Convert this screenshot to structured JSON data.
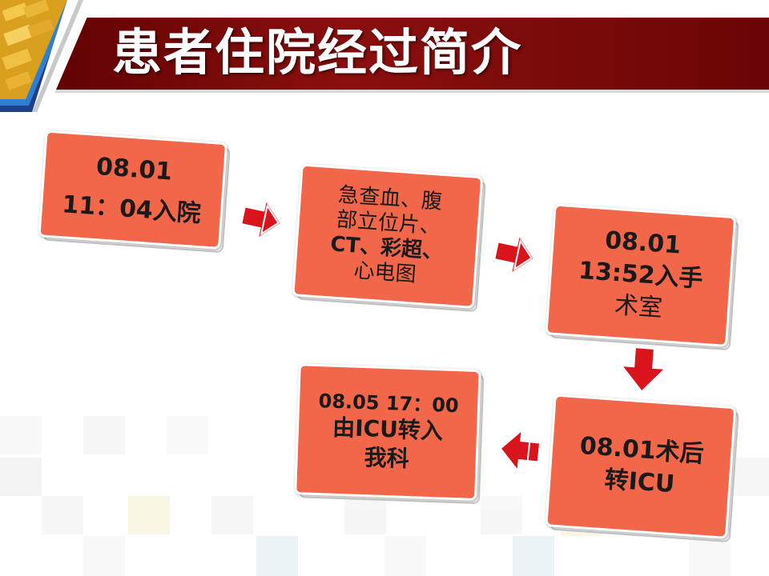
{
  "header": {
    "title": "患者住院经过简介"
  },
  "flow": {
    "step1": {
      "line1": "08.01",
      "line2": "11：04入院"
    },
    "step2": {
      "line1": "急查血、腹",
      "line2": "部立位片、",
      "line3": "CT、彩超、",
      "line4": "心电图"
    },
    "step3": {
      "line1": "08.01",
      "line2": "13:52入手",
      "line3": "术室"
    },
    "step4": {
      "line1": "08.01术后",
      "line2": "转ICU"
    },
    "step5": {
      "line1": "08.05 17：00",
      "line2": "由ICU转入",
      "line3": "我科"
    }
  },
  "colors": {
    "box_fill": "#f2664a",
    "arrow": "#d9141c",
    "header": "#8b0f0f"
  },
  "icons": [
    "right-arrow-icon",
    "down-arrow-icon",
    "left-arrow-icon"
  ]
}
